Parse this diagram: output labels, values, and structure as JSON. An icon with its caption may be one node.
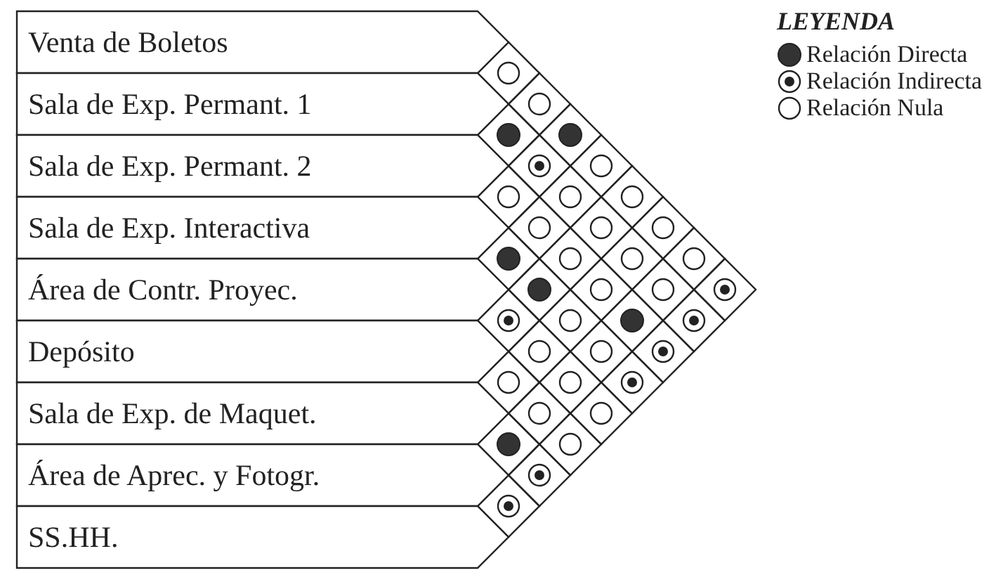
{
  "diagram": {
    "nodes": [
      {
        "text": [
          "Venta de Boletos"
        ]
      },
      {
        "text": [
          "Sala de Exp. Permant. 1"
        ]
      },
      {
        "text": [
          "Sala de Exp. Permant. 2"
        ]
      },
      {
        "text": [
          "Sala de Exp. Interactiva"
        ]
      },
      {
        "text": [
          "Área de Contr. Proyec."
        ]
      },
      {
        "text": [
          "Depósito"
        ]
      },
      {
        "text": [
          "Sala de Exp. de Maquet."
        ]
      },
      {
        "text": [
          "Área de Aprec. y Fotogr."
        ]
      },
      {
        "text": [
          "SS.HH."
        ]
      },
      {
        "text": [],
        "shape": "circle"
      },
      {
        "text": [],
        "shape": "disc"
      },
      {
        "text": [],
        "shape": "circle"
      },
      {
        "text": [],
        "shape": "disc"
      },
      {
        "text": [],
        "shape": "bullseye"
      },
      {
        "text": [],
        "shape": "circle"
      },
      {
        "text": [],
        "shape": "disc"
      },
      {
        "text": [],
        "shape": "bullseye"
      },
      {
        "text": [],
        "shape": "circle"
      },
      {
        "text": [],
        "shape": "bullseye"
      },
      {
        "text": [],
        "shape": "circle"
      },
      {
        "text": [],
        "shape": "disc"
      },
      {
        "text": [],
        "shape": "circle"
      },
      {
        "text": [],
        "shape": "circle"
      },
      {
        "text": [],
        "shape": "bullseye"
      },
      {
        "text": [],
        "shape": "disc"
      },
      {
        "text": [],
        "shape": "circle"
      },
      {
        "text": [],
        "shape": "circle"
      },
      {
        "text": [],
        "shape": "circle"
      },
      {
        "text": [],
        "shape": "circle"
      },
      {
        "text": [],
        "shape": "circle"
      },
      {
        "text": [],
        "shape": "circle"
      },
      {
        "text": [],
        "shape": "circle"
      },
      {
        "text": [],
        "shape": "circle"
      },
      {
        "text": [],
        "shape": "circle"
      },
      {
        "text": [],
        "shape": "circle"
      },
      {
        "text": [],
        "shape": "circle"
      },
      {
        "text": [],
        "shape": "circle"
      },
      {
        "text": [],
        "shape": "disc"
      },
      {
        "text": [],
        "shape": "bullseye"
      },
      {
        "text": [],
        "shape": "circle"
      },
      {
        "text": [],
        "shape": "circle"
      },
      {
        "text": [],
        "shape": "bullseye"
      },
      {
        "text": [],
        "shape": "circle"
      },
      {
        "text": [],
        "shape": "bullseye"
      },
      {
        "text": [],
        "shape": "bullseye"
      }
    ],
    "labels": [
      "LEYENDA"
    ],
    "legend": [
      {
        "text": "Relación Directa"
      },
      {
        "text": "Relación Indirecta"
      },
      {
        "text": "Relación Nula"
      }
    ]
  }
}
